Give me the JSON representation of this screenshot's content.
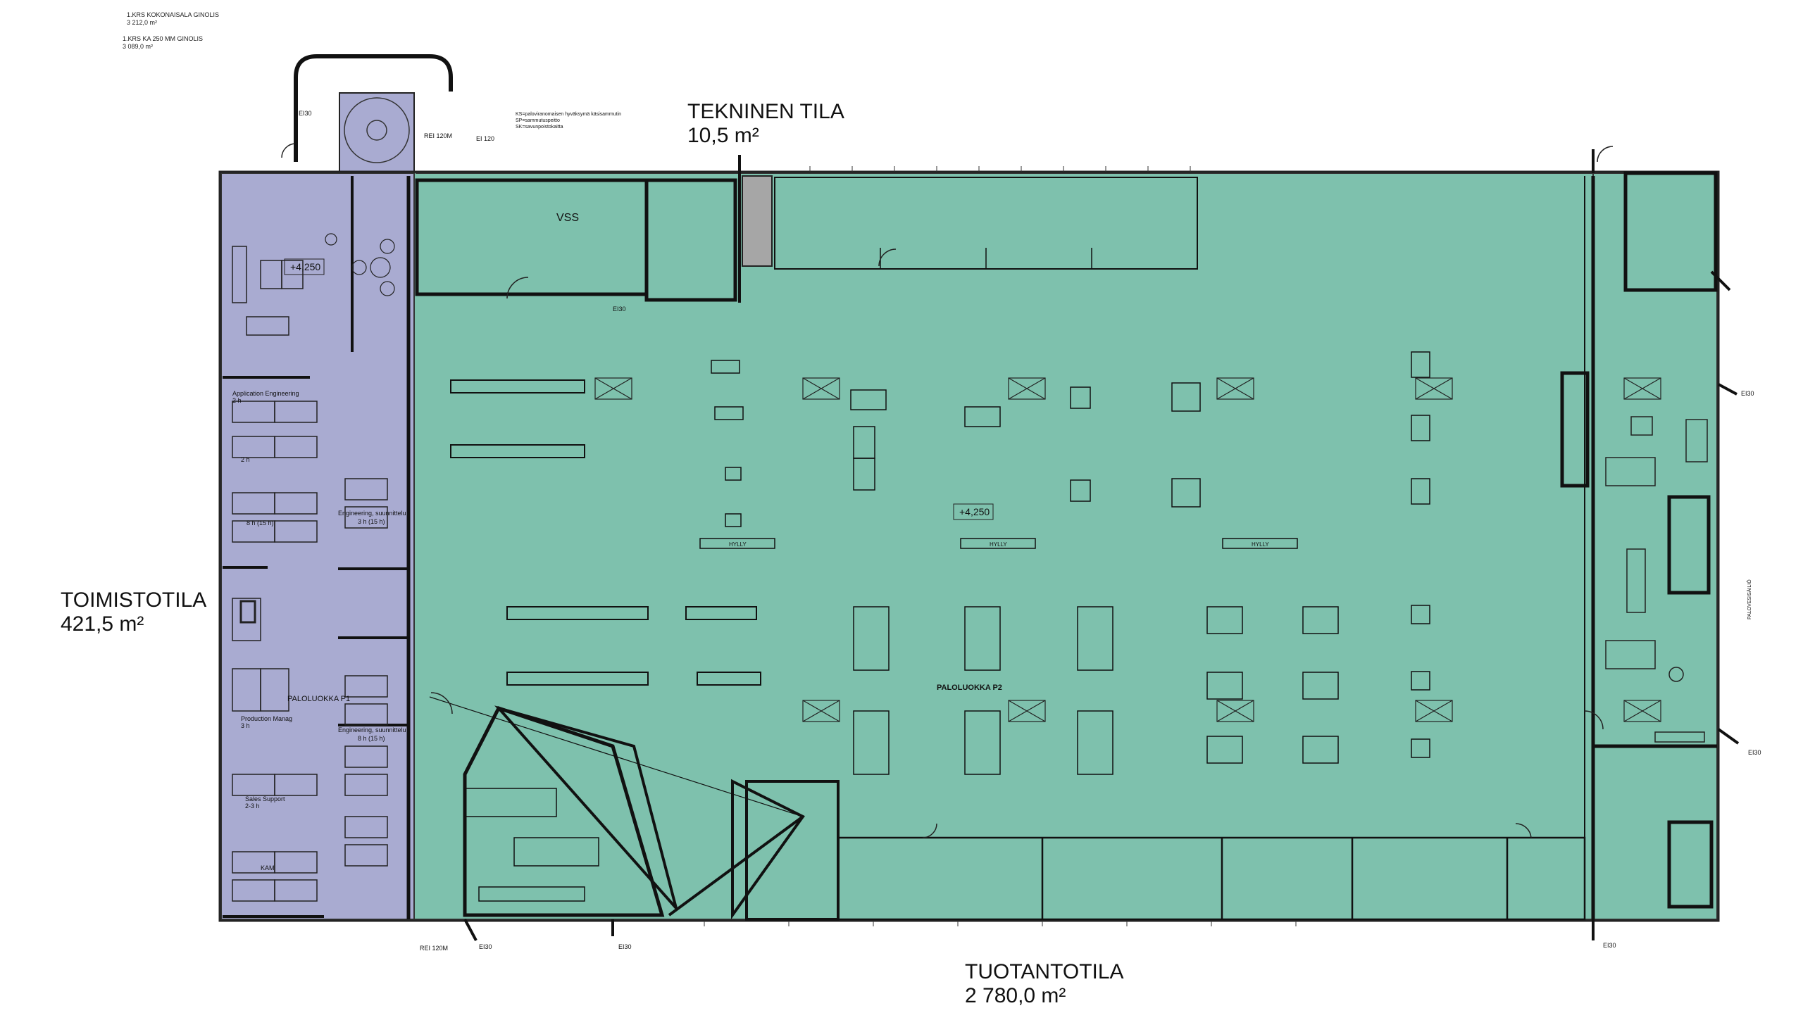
{
  "header_notes": {
    "line1": "1.KRS KOKONAISALA GINOLIS",
    "line2": "3 212,0 m²",
    "line3": "1.KRS KA 250 MM GINOLIS",
    "line4": "3 089,0 m²"
  },
  "room_labels": {
    "technical_name": "TEKNINEN TILA",
    "technical_area": "10,5 m²",
    "office_name": "TOIMISTOTILA",
    "office_area": "421,5 m²",
    "production_name": "TUOTANTOTILA",
    "production_area": "2 780,0 m²"
  },
  "plan_texts": {
    "vss": "VSS",
    "elev_office": "+4,250",
    "elev_hall": "+4,250",
    "fire_class_hall": "PALOLUOKKA P2",
    "fire_class_office": "PALOLUOKKA P1",
    "app_eng": "Application Engineering",
    "app_eng_h": "2 h",
    "eng_upper": "Engineering, suunnittelu",
    "eng_upper_h": "3 h (15 h)",
    "eng_lower": "Engineering, suunnittelu",
    "eng_lower_h": "8 h (15 h)",
    "desk_8h": "8 h (15 h)",
    "desk_2h": "2 h",
    "prod_manag": "Production Manag",
    "prod_manag_h": "3 h",
    "sales_support": "Sales Support",
    "sales_support_h": "2-3 h",
    "kam": "KAM",
    "shelf": "HYLLY",
    "fire_rating_ei30": "EI30",
    "fire_rating_ei120": "EI 120",
    "fire_rating_rei120m": "REI 120M",
    "legend_line1": "KS=paloviranomaisen hyväksymä käsisammutin",
    "legend_line2": "SP=sammutuspeitto",
    "legend_line3": "SK=savunpoistokaitta",
    "tank_label": "PALOVESISÄILIÖ"
  },
  "colors": {
    "production_fill": "#7ec1ad",
    "office_fill": "#a9abd1",
    "wall": "#111111",
    "tech_grey": "#a6a6a6"
  }
}
